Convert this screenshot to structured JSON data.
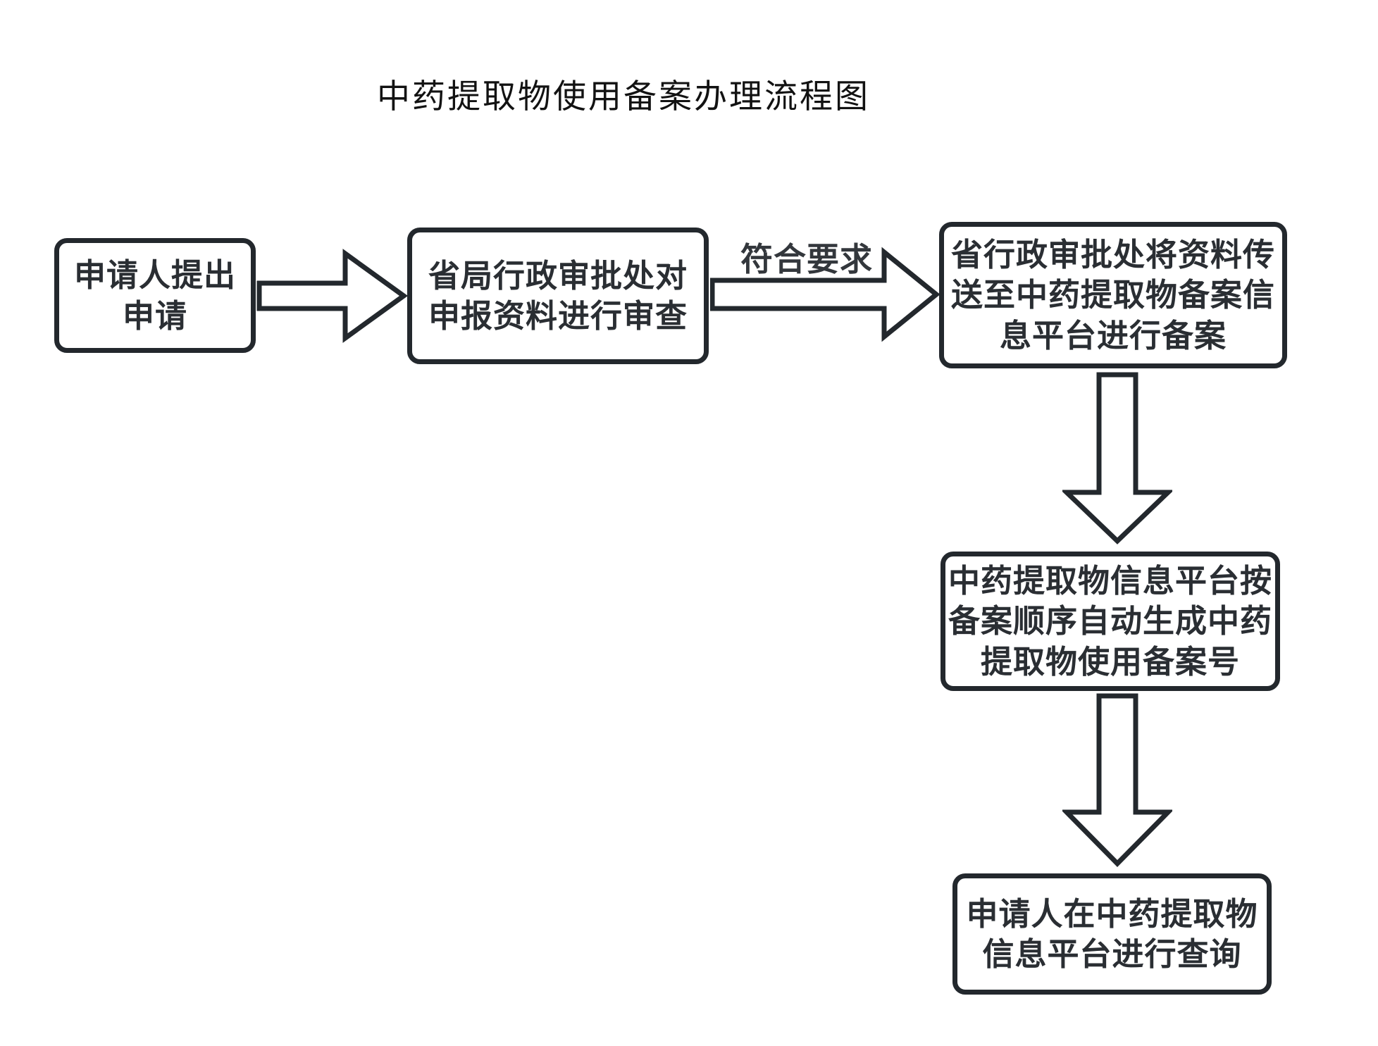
{
  "title": "中药提取物使用备案办理流程图",
  "colors": {
    "background": "#ffffff",
    "stroke": "#23282d",
    "node_text": "#2a2e33",
    "title_text": "#121212"
  },
  "flowchart": {
    "nodes": [
      {
        "id": "applicant-submit",
        "text": "申请人提出\n申请"
      },
      {
        "id": "provincial-review",
        "text": "省局行政审批处对\n申报资料进行审查"
      },
      {
        "id": "transfer-to-platform",
        "text": "省行政审批处将资料传\n送至中药提取物备案信\n息平台进行备案"
      },
      {
        "id": "generate-filing-number",
        "text": "中药提取物信息平台按\n备案顺序自动生成中药\n提取物使用备案号"
      },
      {
        "id": "applicant-query",
        "text": "申请人在中药提取物\n信息平台进行查询"
      }
    ],
    "edges": [
      {
        "from": "applicant-submit",
        "to": "provincial-review",
        "label": ""
      },
      {
        "from": "provincial-review",
        "to": "transfer-to-platform",
        "label": "符合要求"
      },
      {
        "from": "transfer-to-platform",
        "to": "generate-filing-number",
        "label": ""
      },
      {
        "from": "generate-filing-number",
        "to": "applicant-query",
        "label": ""
      }
    ]
  }
}
